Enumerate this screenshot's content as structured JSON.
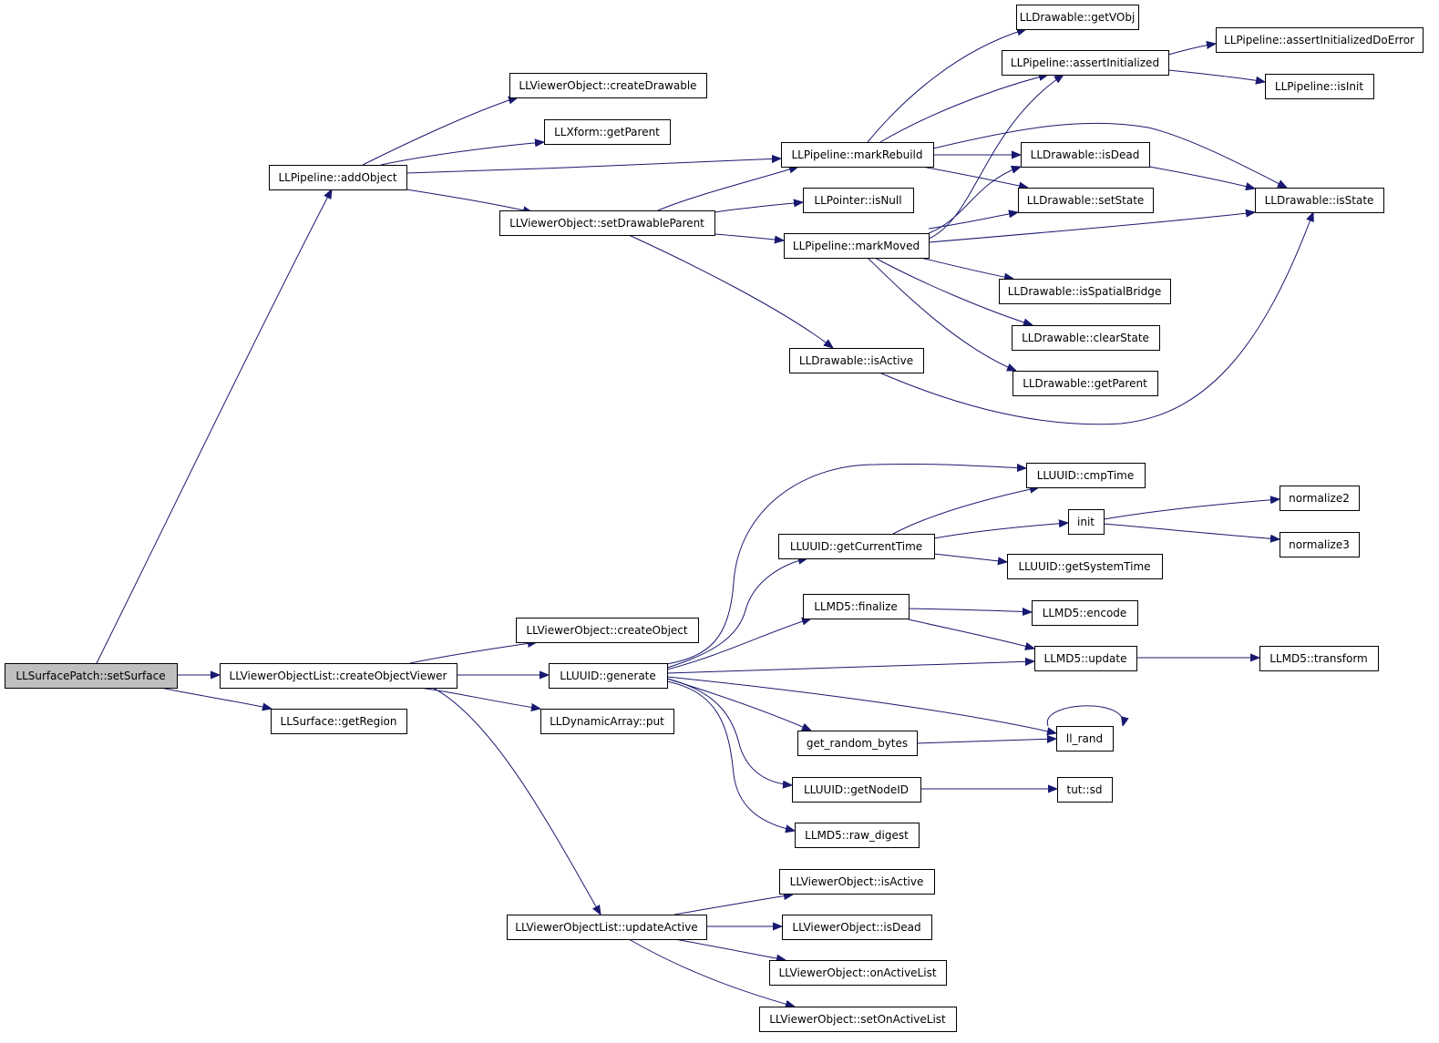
{
  "diagram": {
    "edge_color": "#191970",
    "root_fill": "#bfbfbf",
    "nodes": [
      {
        "id": "setSurface",
        "label": "LLSurfacePatch::setSurface"
      },
      {
        "id": "addObject",
        "label": "LLPipeline::addObject"
      },
      {
        "id": "createObjectViewer",
        "label": "LLViewerObjectList::createObjectViewer"
      },
      {
        "id": "getRegion",
        "label": "LLSurface::getRegion"
      },
      {
        "id": "createDrawable",
        "label": "LLViewerObject::createDrawable"
      },
      {
        "id": "xformGetParent",
        "label": "LLXform::getParent"
      },
      {
        "id": "setDrawableParent",
        "label": "LLViewerObject::setDrawableParent"
      },
      {
        "id": "markRebuild",
        "label": "LLPipeline::markRebuild"
      },
      {
        "id": "isNull",
        "label": "LLPointer::isNull"
      },
      {
        "id": "markMoved",
        "label": "LLPipeline::markMoved"
      },
      {
        "id": "drawableIsActive",
        "label": "LLDrawable::isActive"
      },
      {
        "id": "getVObj",
        "label": "LLDrawable::getVObj"
      },
      {
        "id": "assertInitialized",
        "label": "LLPipeline::assertInitialized"
      },
      {
        "id": "assertInitializedDoError",
        "label": "LLPipeline::assertInitializedDoError"
      },
      {
        "id": "isInit",
        "label": "LLPipeline::isInit"
      },
      {
        "id": "drawableIsDead",
        "label": "LLDrawable::isDead"
      },
      {
        "id": "setState",
        "label": "LLDrawable::setState"
      },
      {
        "id": "isState",
        "label": "LLDrawable::isState"
      },
      {
        "id": "isSpatialBridge",
        "label": "LLDrawable::isSpatialBridge"
      },
      {
        "id": "clearState",
        "label": "LLDrawable::clearState"
      },
      {
        "id": "drawableGetParent",
        "label": "LLDrawable::getParent"
      },
      {
        "id": "createObject",
        "label": "LLViewerObject::createObject"
      },
      {
        "id": "generate",
        "label": "LLUUID::generate"
      },
      {
        "id": "put",
        "label": "LLDynamicArray::put"
      },
      {
        "id": "updateActive",
        "label": "LLViewerObjectList::updateActive"
      },
      {
        "id": "cmpTime",
        "label": "LLUUID::cmpTime"
      },
      {
        "id": "getCurrentTime",
        "label": "LLUUID::getCurrentTime"
      },
      {
        "id": "init",
        "label": "init"
      },
      {
        "id": "normalize2",
        "label": "normalize2"
      },
      {
        "id": "normalize3",
        "label": "normalize3"
      },
      {
        "id": "getSystemTime",
        "label": "LLUUID::getSystemTime"
      },
      {
        "id": "finalize",
        "label": "LLMD5::finalize"
      },
      {
        "id": "encode",
        "label": "LLMD5::encode"
      },
      {
        "id": "update",
        "label": "LLMD5::update"
      },
      {
        "id": "transform",
        "label": "LLMD5::transform"
      },
      {
        "id": "llRand",
        "label": "ll_rand"
      },
      {
        "id": "getRandomBytes",
        "label": "get_random_bytes"
      },
      {
        "id": "getNodeID",
        "label": "LLUUID::getNodeID"
      },
      {
        "id": "sd",
        "label": "tut::sd"
      },
      {
        "id": "rawDigest",
        "label": "LLMD5::raw_digest"
      },
      {
        "id": "voIsActive",
        "label": "LLViewerObject::isActive"
      },
      {
        "id": "voIsDead",
        "label": "LLViewerObject::isDead"
      },
      {
        "id": "onActiveList",
        "label": "LLViewerObject::onActiveList"
      },
      {
        "id": "setOnActiveList",
        "label": "LLViewerObject::setOnActiveList"
      }
    ],
    "edges": [
      [
        "setSurface",
        "addObject"
      ],
      [
        "setSurface",
        "createObjectViewer"
      ],
      [
        "setSurface",
        "getRegion"
      ],
      [
        "addObject",
        "createDrawable"
      ],
      [
        "addObject",
        "xformGetParent"
      ],
      [
        "addObject",
        "markRebuild"
      ],
      [
        "addObject",
        "setDrawableParent"
      ],
      [
        "setDrawableParent",
        "markRebuild"
      ],
      [
        "setDrawableParent",
        "isNull"
      ],
      [
        "setDrawableParent",
        "markMoved"
      ],
      [
        "setDrawableParent",
        "drawableIsActive"
      ],
      [
        "markRebuild",
        "getVObj"
      ],
      [
        "markRebuild",
        "assertInitialized"
      ],
      [
        "markRebuild",
        "drawableIsDead"
      ],
      [
        "markRebuild",
        "setState"
      ],
      [
        "markRebuild",
        "isState"
      ],
      [
        "assertInitialized",
        "assertInitializedDoError"
      ],
      [
        "assertInitialized",
        "isInit"
      ],
      [
        "markMoved",
        "assertInitialized"
      ],
      [
        "markMoved",
        "drawableIsDead"
      ],
      [
        "markMoved",
        "setState"
      ],
      [
        "markMoved",
        "isState"
      ],
      [
        "markMoved",
        "isSpatialBridge"
      ],
      [
        "markMoved",
        "clearState"
      ],
      [
        "markMoved",
        "drawableGetParent"
      ],
      [
        "drawableIsDead",
        "isState"
      ],
      [
        "drawableIsActive",
        "isState"
      ],
      [
        "createObjectViewer",
        "createObject"
      ],
      [
        "createObjectViewer",
        "generate"
      ],
      [
        "createObjectViewer",
        "put"
      ],
      [
        "createObjectViewer",
        "updateActive"
      ],
      [
        "generate",
        "cmpTime"
      ],
      [
        "generate",
        "getCurrentTime"
      ],
      [
        "generate",
        "finalize"
      ],
      [
        "generate",
        "update"
      ],
      [
        "generate",
        "llRand"
      ],
      [
        "generate",
        "getRandomBytes"
      ],
      [
        "generate",
        "getNodeID"
      ],
      [
        "generate",
        "rawDigest"
      ],
      [
        "getCurrentTime",
        "cmpTime"
      ],
      [
        "getCurrentTime",
        "init"
      ],
      [
        "getCurrentTime",
        "getSystemTime"
      ],
      [
        "init",
        "normalize2"
      ],
      [
        "init",
        "normalize3"
      ],
      [
        "finalize",
        "encode"
      ],
      [
        "finalize",
        "update"
      ],
      [
        "update",
        "transform"
      ],
      [
        "getRandomBytes",
        "llRand"
      ],
      [
        "llRand",
        "llRand"
      ],
      [
        "getNodeID",
        "sd"
      ],
      [
        "updateActive",
        "voIsActive"
      ],
      [
        "updateActive",
        "voIsDead"
      ],
      [
        "updateActive",
        "onActiveList"
      ],
      [
        "updateActive",
        "setOnActiveList"
      ]
    ]
  }
}
